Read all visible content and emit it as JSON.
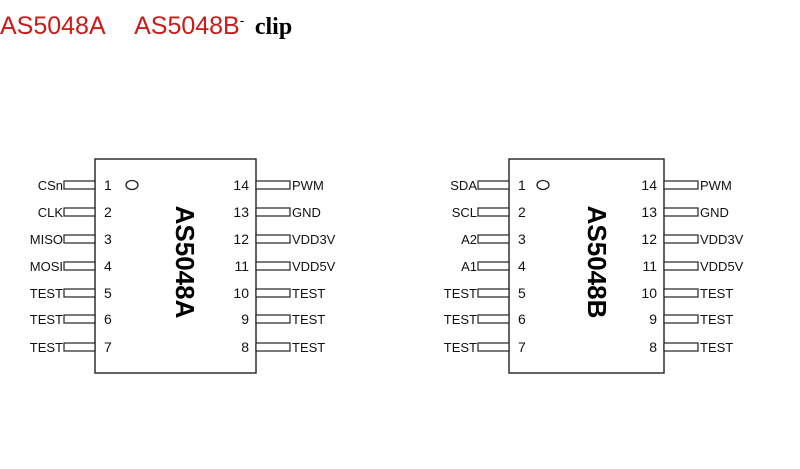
{
  "title": {
    "chip_a": "AS5048A",
    "chip_b": "AS5048B",
    "superscript": "-",
    "suffix": "clip",
    "accent_color": "#cc1a1a"
  },
  "chips": [
    {
      "name": "AS5048A",
      "left_pins": [
        {
          "num": "1",
          "name": "CSn"
        },
        {
          "num": "2",
          "name": "CLK"
        },
        {
          "num": "3",
          "name": "MISO"
        },
        {
          "num": "4",
          "name": "MOSI"
        },
        {
          "num": "5",
          "name": "TEST"
        },
        {
          "num": "6",
          "name": "TEST"
        },
        {
          "num": "7",
          "name": "TEST"
        }
      ],
      "right_pins": [
        {
          "num": "14",
          "name": "PWM"
        },
        {
          "num": "13",
          "name": "GND"
        },
        {
          "num": "12",
          "name": "VDD3V"
        },
        {
          "num": "11",
          "name": "VDD5V"
        },
        {
          "num": "10",
          "name": "TEST"
        },
        {
          "num": "9",
          "name": "TEST"
        },
        {
          "num": "8",
          "name": "TEST"
        }
      ]
    },
    {
      "name": "AS5048B",
      "left_pins": [
        {
          "num": "1",
          "name": "SDA"
        },
        {
          "num": "2",
          "name": "SCL"
        },
        {
          "num": "3",
          "name": "A2"
        },
        {
          "num": "4",
          "name": "A1"
        },
        {
          "num": "5",
          "name": "TEST"
        },
        {
          "num": "6",
          "name": "TEST"
        },
        {
          "num": "7",
          "name": "TEST"
        }
      ],
      "right_pins": [
        {
          "num": "14",
          "name": "PWM"
        },
        {
          "num": "13",
          "name": "GND"
        },
        {
          "num": "12",
          "name": "VDD3V"
        },
        {
          "num": "11",
          "name": "VDD5V"
        },
        {
          "num": "10",
          "name": "TEST"
        },
        {
          "num": "9",
          "name": "TEST"
        },
        {
          "num": "8",
          "name": "TEST"
        }
      ]
    }
  ]
}
